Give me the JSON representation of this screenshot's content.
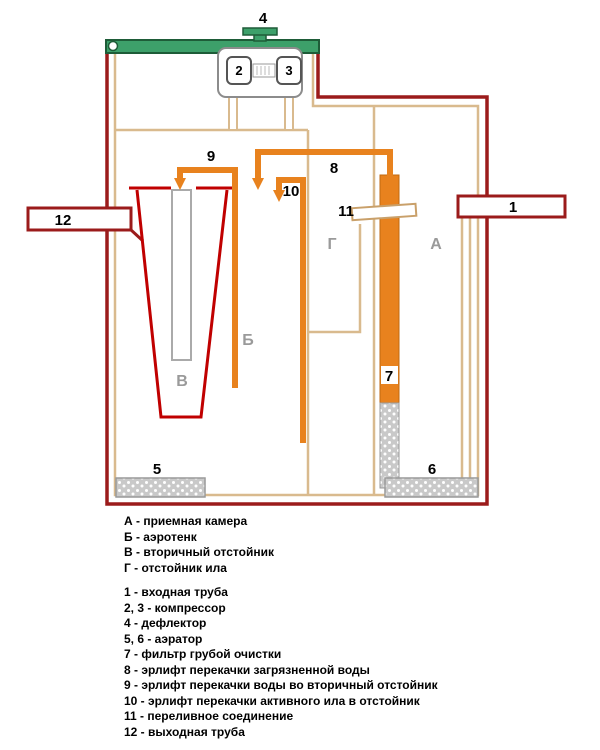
{
  "diagram": {
    "labels": {
      "inlet": "1",
      "compressor_left": "2",
      "compressor_right": "3",
      "deflector": "4",
      "aerator_left": "5",
      "aerator_right": "6",
      "filter": "7",
      "airlift_waste": "8",
      "airlift_secondary": "9",
      "airlift_sludge": "10",
      "overflow": "11",
      "outlet": "12",
      "chamber_a": "А",
      "chamber_b": "Б",
      "chamber_v": "В",
      "chamber_g": "Г"
    },
    "colors": {
      "tank_wall": "#9b1b1b",
      "funnel_red": "#c00000",
      "pipe_orange": "#e8821e",
      "lid_green": "#3da06a",
      "lid_green_dark": "#1e5c38",
      "inner_wall_tan": "#d9ba8e",
      "aerator_gray": "#c9c9c9"
    }
  },
  "legend": {
    "chambers": [
      "А - приемная камера",
      "Б - аэротенк",
      "В - вторичный отстойник",
      "Г - отстойник ила"
    ],
    "components": [
      "1 - входная труба",
      "2, 3 - компрессор",
      "4 - дефлектор",
      "5, 6 - аэратор",
      "7 - фильтр грубой очистки",
      "8 - эрлифт перекачки загрязненной воды",
      "9 - эрлифт перекачки воды во вторичный отстойник",
      "10 - эрлифт перекачки активного ила в отстойник",
      "11 - переливное соединение",
      "12 - выходная труба"
    ]
  }
}
